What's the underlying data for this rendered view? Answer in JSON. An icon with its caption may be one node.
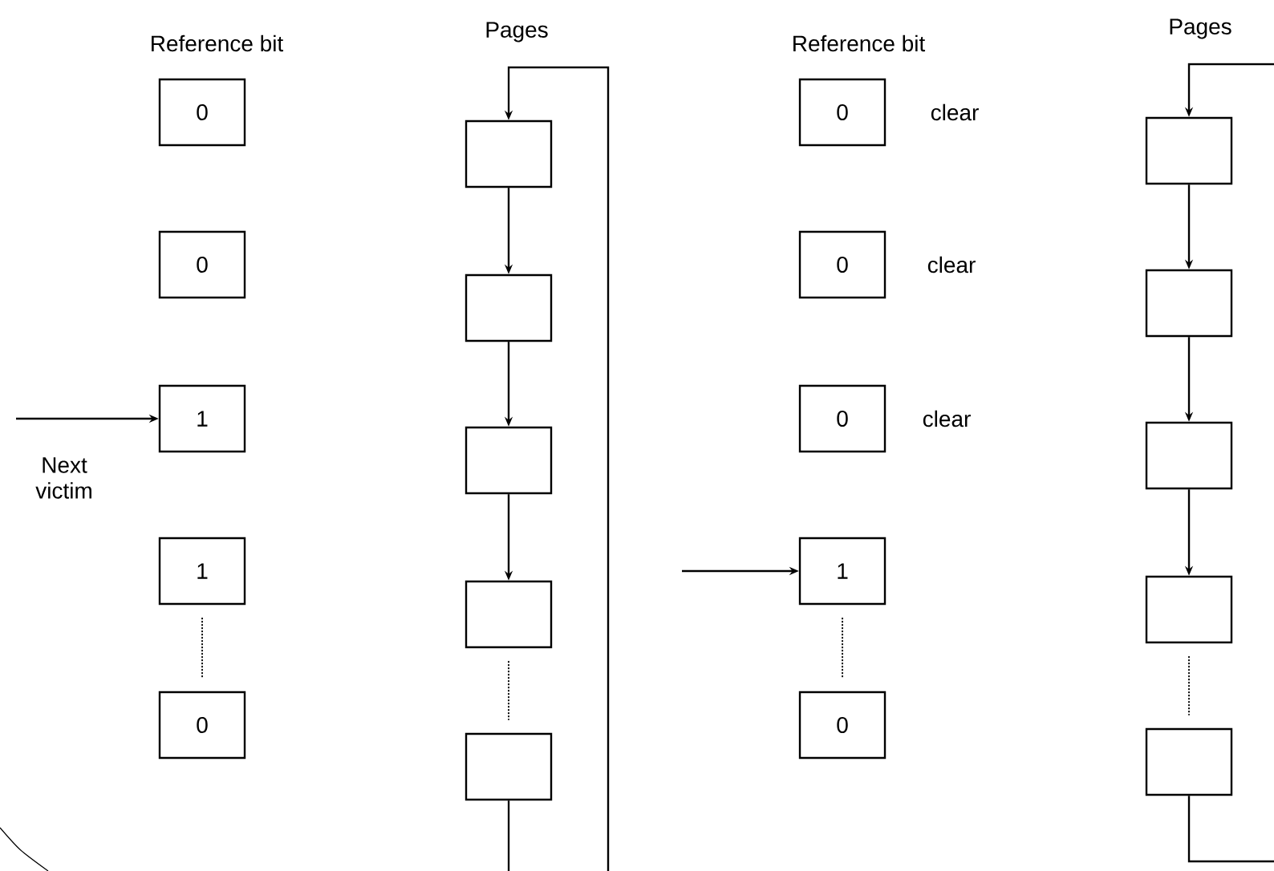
{
  "diagram": {
    "nodes": [
      {
        "text": [
          "0"
        ]
      },
      {
        "text": [
          "0"
        ]
      },
      {
        "text": [
          "1"
        ]
      },
      {
        "text": [
          "1"
        ]
      },
      {
        "text": [
          "0"
        ]
      },
      {
        "text": [],
        "shape": "box"
      },
      {
        "text": [],
        "shape": "box"
      },
      {
        "text": [],
        "shape": "box"
      },
      {
        "text": [],
        "shape": "box"
      },
      {
        "text": [],
        "shape": "box"
      },
      {
        "text": [
          "0"
        ],
        "beside": [
          "clear"
        ]
      },
      {
        "text": [
          "0"
        ],
        "beside": [
          "clear"
        ]
      },
      {
        "text": [
          "0"
        ],
        "beside": [
          "clear"
        ]
      },
      {
        "text": [
          "1"
        ]
      },
      {
        "text": [
          "0"
        ]
      },
      {
        "text": [],
        "shape": "box"
      },
      {
        "text": [],
        "shape": "box"
      },
      {
        "text": [],
        "shape": "box"
      },
      {
        "text": [],
        "shape": "box"
      },
      {
        "text": [],
        "shape": "box"
      }
    ],
    "edges": [
      {
        "from": null,
        "to": 2,
        "arrow": "to",
        "label": "Next victim"
      },
      {
        "from": 3,
        "to": 4,
        "arrow": "none",
        "style": "dashed"
      },
      {
        "from": 5,
        "to": 6,
        "arrow": "to"
      },
      {
        "from": 6,
        "to": 7,
        "arrow": "to"
      },
      {
        "from": 7,
        "to": 8,
        "arrow": "to"
      },
      {
        "from": 8,
        "to": 9,
        "arrow": "none",
        "style": "dashed"
      },
      {
        "from": 9,
        "to": 5,
        "arrow": "to"
      },
      {
        "from": null,
        "to": 13,
        "arrow": "to"
      },
      {
        "from": 13,
        "to": 14,
        "arrow": "none",
        "style": "dashed"
      },
      {
        "from": 15,
        "to": 16,
        "arrow": "to"
      },
      {
        "from": 16,
        "to": 17,
        "arrow": "to"
      },
      {
        "from": 17,
        "to": 18,
        "arrow": "to"
      },
      {
        "from": 18,
        "to": 19,
        "arrow": "none",
        "style": "dashed"
      },
      {
        "from": 19,
        "to": 15,
        "arrow": "to"
      }
    ],
    "labels": [
      "Reference bit",
      "Pages",
      "Reference bit",
      "Pages"
    ]
  }
}
